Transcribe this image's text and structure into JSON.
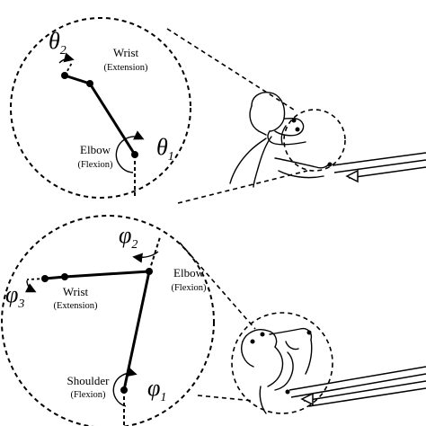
{
  "top_panel": {
    "wrist_label": "Wrist",
    "wrist_sub": "(Extension)",
    "elbow_label": "Elbow",
    "elbow_sub": "(Flexion)",
    "theta1": {
      "symbol": "θ",
      "index": "1"
    },
    "theta2": {
      "symbol": "θ",
      "index": "2"
    }
  },
  "bottom_panel": {
    "wrist_label": "Wrist",
    "wrist_sub": "(Extension)",
    "elbow_label": "Elbow",
    "elbow_sub": "(Flexion)",
    "shoulder_label": "Shoulder",
    "shoulder_sub": "(Flexion)",
    "phi1": {
      "symbol": "φ",
      "index": "1"
    },
    "phi2": {
      "symbol": "φ",
      "index": "2"
    },
    "phi3": {
      "symbol": "φ",
      "index": "3"
    }
  }
}
